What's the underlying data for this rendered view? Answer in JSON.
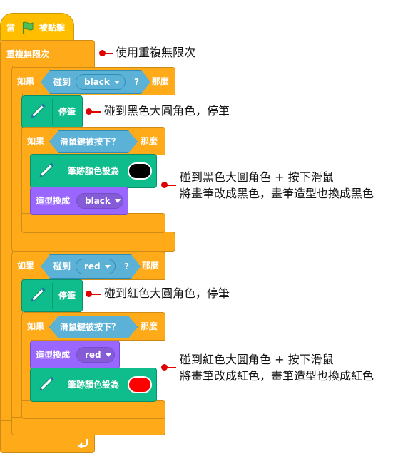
{
  "colors": {
    "events": "#FFBF00",
    "control": "#FFAB19",
    "sensing": "#5CB1D6",
    "pen": "#0FBD8C",
    "looks": "#9966FF",
    "annotation": "#E00000",
    "pen_color_black": "#000000",
    "pen_color_red": "#FF0000"
  },
  "blocks": {
    "when_flag": {
      "prefix": "當",
      "suffix": "被點擊",
      "icon": "green-flag-icon"
    },
    "forever": {
      "label": "重複無限次",
      "icon": "loop-arrow-icon"
    },
    "if1": {
      "if_label": "如果",
      "then_label": "那麼",
      "touching_label": "碰到",
      "touching_value": "black",
      "question": "?"
    },
    "pen_up1": {
      "label": "停筆",
      "icon": "pen-icon"
    },
    "if2": {
      "if_label": "如果",
      "then_label": "那麼",
      "condition": "滑鼠鍵被按下？"
    },
    "set_pen1": {
      "label": "筆跡顏色設為",
      "icon": "pen-icon"
    },
    "switch_costume1": {
      "label": "造型換成",
      "value": "black"
    },
    "if3": {
      "if_label": "如果",
      "then_label": "那麼",
      "touching_label": "碰到",
      "touching_value": "red",
      "question": "?"
    },
    "pen_up2": {
      "label": "停筆",
      "icon": "pen-icon"
    },
    "if4": {
      "if_label": "如果",
      "then_label": "那麼",
      "condition": "滑鼠鍵被按下？"
    },
    "switch_costume2": {
      "label": "造型換成",
      "value": "red"
    },
    "set_pen2": {
      "label": "筆跡顏色設為",
      "icon": "pen-icon"
    }
  },
  "annotations": {
    "forever_note": "使用重複無限次",
    "pen_up_black_note": "碰到黑色大圓角色，停筆",
    "black_note_line1": "碰到黑色大圓角色 + 按下滑鼠",
    "black_note_line2": "將畫筆改成黑色，畫筆造型也換成黑色",
    "pen_up_red_note": "碰到紅色大圓角色，停筆",
    "red_note_line1": "碰到紅色大圓角色 + 按下滑鼠",
    "red_note_line2": "將畫筆改成紅色，畫筆造型也換成紅色"
  }
}
